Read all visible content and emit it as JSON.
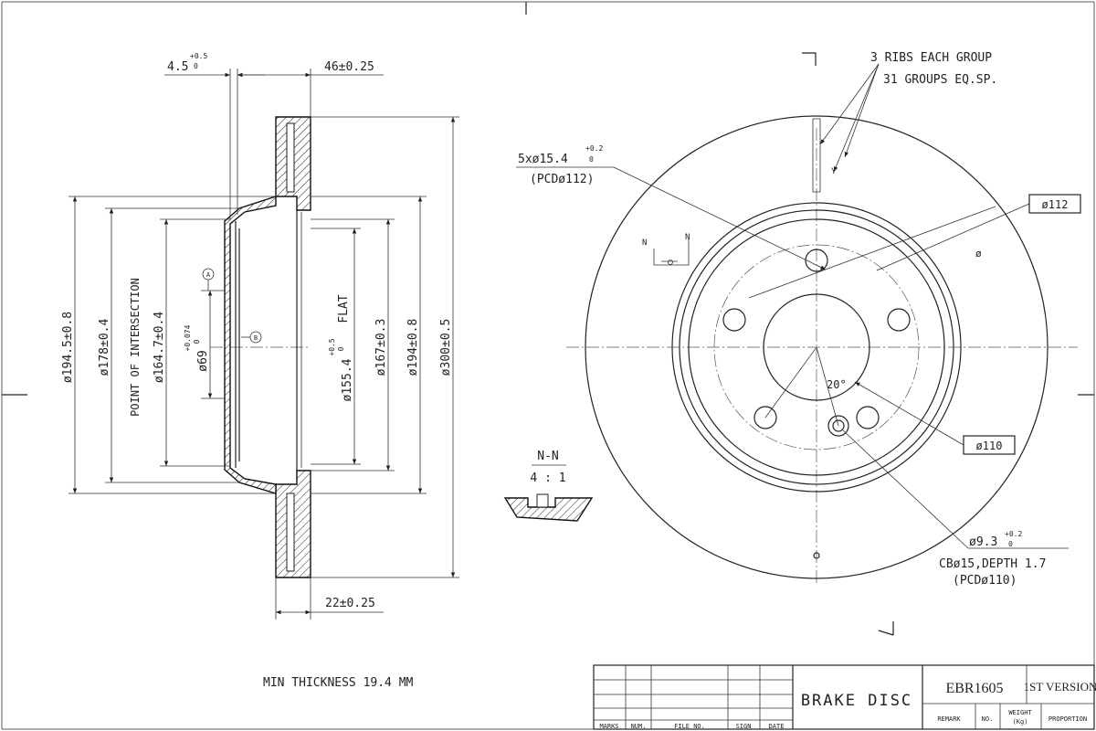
{
  "side_view": {
    "dims": {
      "hat_offset": "4.5",
      "hat_offset_tol_upper": "+0.5",
      "hat_offset_tol_lower": "0",
      "total_height": "46±0.25",
      "thickness": "22±0.25",
      "d_194_5": "ø194.5±0.8",
      "d_178": "ø178±0.4",
      "d_164_7": "ø164.7±0.4",
      "point_of_intersection": "POINT OF INTERSECTION",
      "d_69": "ø69",
      "d_69_tol_upper": "+0.074",
      "d_69_tol_lower": "0",
      "d_155_4": "ø155.4",
      "d_155_4_tol_upper": "+0.5",
      "d_155_4_tol_lower": "0",
      "flat": "FLAT",
      "d_167": "ø167±0.3",
      "d_194": "ø194±0.8",
      "d_300": "ø300±0.5"
    },
    "markers": {
      "datum_a": "A",
      "datum_b": "B"
    },
    "min_thickness": "MIN THICKNESS 19.4 MM"
  },
  "section": {
    "label": "N-N",
    "scale": "4 : 1",
    "cut_labels": [
      "N",
      "N"
    ]
  },
  "front_view": {
    "ribs_note_line1": "3 RIBS EACH GROUP",
    "ribs_note_line2": "31 GROUPS EQ.SP.",
    "bolt_holes": "5xø15.4",
    "bolt_holes_tol_upper": "+0.2",
    "bolt_holes_tol_lower": "0",
    "bolt_pcd": "(PCDø112)",
    "pcd_112_box": "ø112",
    "pcd_110_box": "ø110",
    "angle": "20°",
    "small_hole": "ø9.3",
    "small_hole_tol_upper": "+0.2",
    "small_hole_tol_lower": "0",
    "counterbore": "CBø15,DEPTH 1.7",
    "small_pcd": "(PCDø110)",
    "y_label": "Y",
    "phi_mark": "ø"
  },
  "title_block": {
    "columns": [
      "MARKS",
      "NUM.",
      "FILE NO.",
      "SIGN",
      "DATE"
    ],
    "title": "BRAKE DISC",
    "part_no": "EBR1605",
    "version": "1ST VERSION",
    "remark": "REMARK",
    "no": "NO.",
    "weight_line1": "WEIGHT",
    "weight_line2": "(Kg)",
    "proportion": "PROPORTION"
  }
}
